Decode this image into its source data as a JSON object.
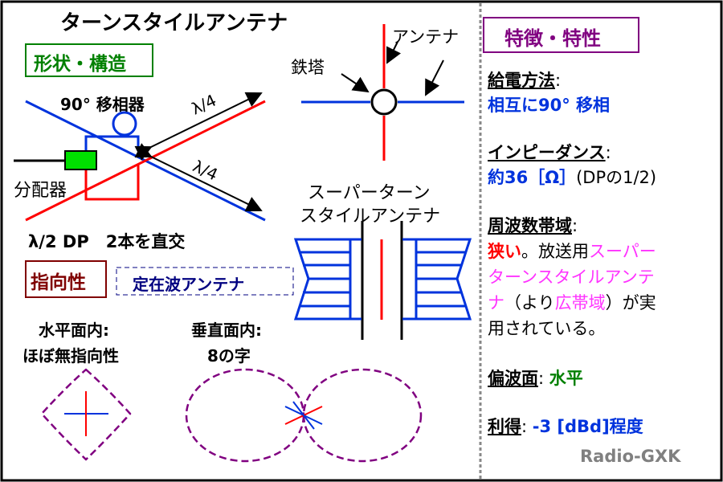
{
  "title": "ターンスタイルアンテナ",
  "left": {
    "shape_heading": "形状・構造",
    "phase_shifter": "90° 移相器",
    "splitter": "分配器",
    "lambda4_a": "λ/4",
    "lambda4_b": "λ/4",
    "dipoles": "λ/2 DP　2本を直交",
    "directivity_heading": "指向性",
    "standing_wave": "定在波アンテナ",
    "horizontal_label": "水平面内:",
    "horizontal_desc": "ほぼ無指向性",
    "vertical_label": "垂直面内:",
    "vertical_desc": "8の字"
  },
  "top": {
    "tower": "鉄塔",
    "antenna": "アンテナ"
  },
  "super": {
    "line1": "スーパーターン",
    "line2": "スタイルアンテナ"
  },
  "right": {
    "heading": "特徴・特性",
    "feed_label": "給電方法",
    "feed_value": "相互に90° 移相",
    "imp_label": "インピーダンス",
    "imp_value": "約36［Ω］",
    "imp_note": "(DPの1/2)",
    "band_label": "周波数帯域",
    "band_narrow": "狭い",
    "band_t1": "。放送用",
    "band_super1": "スーパー",
    "band_super2": "ターンスタイルアンテ",
    "band_super3": "ナ",
    "band_t2": "（より",
    "band_wide": "広帯域",
    "band_t3": "）が実",
    "band_t4": "用されている。",
    "pol_label": "偏波面",
    "pol_value": "水平",
    "gain_label": "利得",
    "gain_value": "-3 [dBd]程度",
    "colon": ":"
  },
  "watermark": "Radio-GXK",
  "colors": {
    "blue": "#0033dd",
    "red": "#ff0000",
    "green": "#008000",
    "purple": "#800080",
    "brown": "#800000",
    "navy": "#000080"
  }
}
